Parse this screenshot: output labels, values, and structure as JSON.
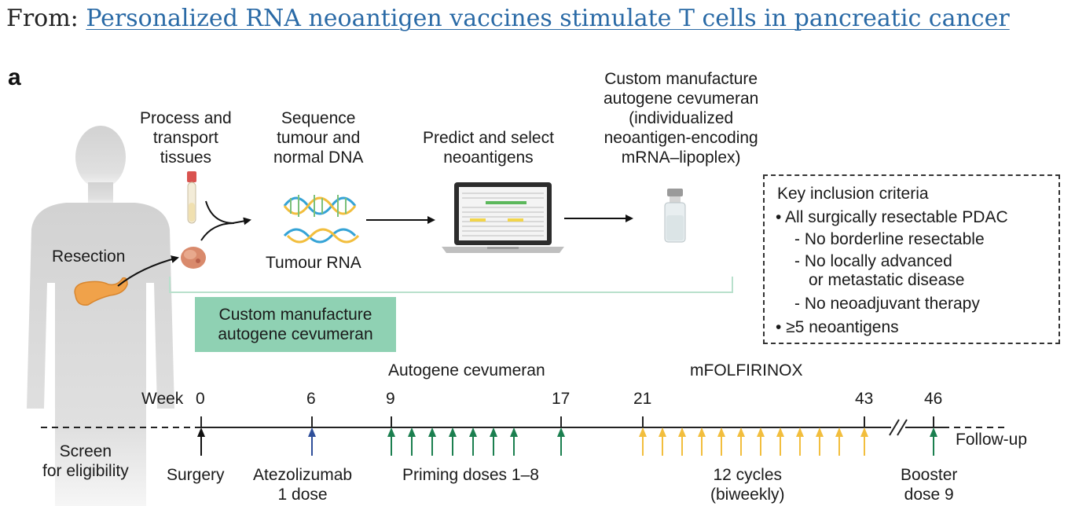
{
  "header": {
    "prefix": "From:",
    "link_text": "Personalized RNA neoantigen vaccines stimulate T cells in pancreatic cancer"
  },
  "panel_letter": "a",
  "workflow": {
    "step1": [
      "Process and",
      "transport",
      "tissues"
    ],
    "step2": [
      "Sequence",
      "tumour and",
      "normal DNA"
    ],
    "step3": [
      "Predict and select",
      "neoantigens"
    ],
    "step4": [
      "Custom manufacture",
      "autogene cevumeran",
      "(individualized",
      "neoantigen-encoding",
      "mRNA–lipoplex)"
    ],
    "tumour_rna": "Tumour RNA",
    "resection": "Resection",
    "manufacture_box": [
      "Custom manufacture",
      "autogene cevumeran"
    ]
  },
  "criteria": {
    "title": "Key inclusion criteria",
    "lines": [
      "• All surgically resectable PDAC",
      "- No borderline resectable",
      "- No locally advanced",
      "or metastatic disease",
      "- No neoadjuvant therapy",
      "• ≥5 neoantigens"
    ]
  },
  "timeline": {
    "week_prefix": "Week",
    "weeks": [
      "0",
      "6",
      "9",
      "17",
      "21",
      "43",
      "46"
    ],
    "drug1": "Autogene cevumeran",
    "drug2": "mFOLFIRINOX",
    "follow_up": "Follow-up",
    "events": {
      "screen": [
        "Screen",
        "for eligibility"
      ],
      "surgery": "Surgery",
      "atezolizumab": [
        "Atezolizumab",
        "1 dose"
      ],
      "priming": "Priming doses 1–8",
      "cycles": [
        "12 cycles",
        "(biweekly)"
      ],
      "booster": [
        "Booster",
        "dose 9"
      ]
    }
  },
  "colors": {
    "green_arrow": "#1b7f4f",
    "blue_arrow": "#2f4f9a",
    "yellow_arrow": "#f2be3d",
    "box_green": "#8fd1b3",
    "bracket_green": "#b8e0cc",
    "link_blue": "#2a6aa6"
  }
}
